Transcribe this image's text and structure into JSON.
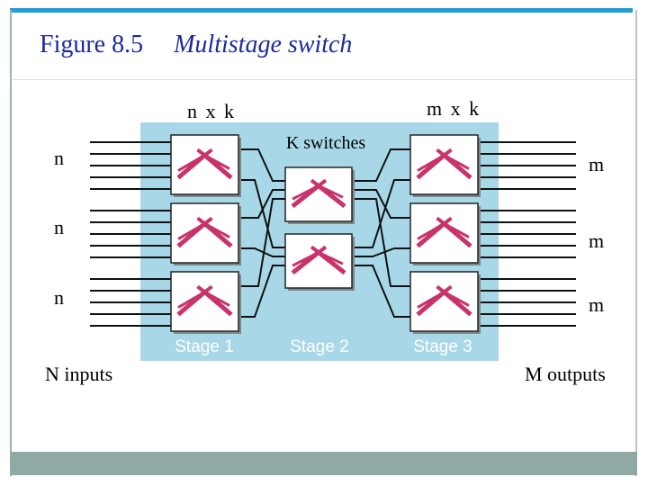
{
  "slide": {
    "figure_number": "Figure 8.5",
    "figure_title": "Multistage switch"
  },
  "diagram": {
    "top_left_label": "n x k",
    "top_right_label": "m x k",
    "k_switches_label": "K switches",
    "input_group_labels": [
      "n",
      "n",
      "n"
    ],
    "output_group_labels": [
      "m",
      "m",
      "m"
    ],
    "inputs_label": "N inputs",
    "outputs_label": "M outputs",
    "stage_labels": [
      "Stage 1",
      "Stage 2",
      "Stage 3"
    ],
    "colors": {
      "panel": "#a8d8e8",
      "crossbar": "#c8336b",
      "wire": "#111111",
      "stage_text": "#ffffff",
      "title": "#1b2a9c"
    }
  }
}
